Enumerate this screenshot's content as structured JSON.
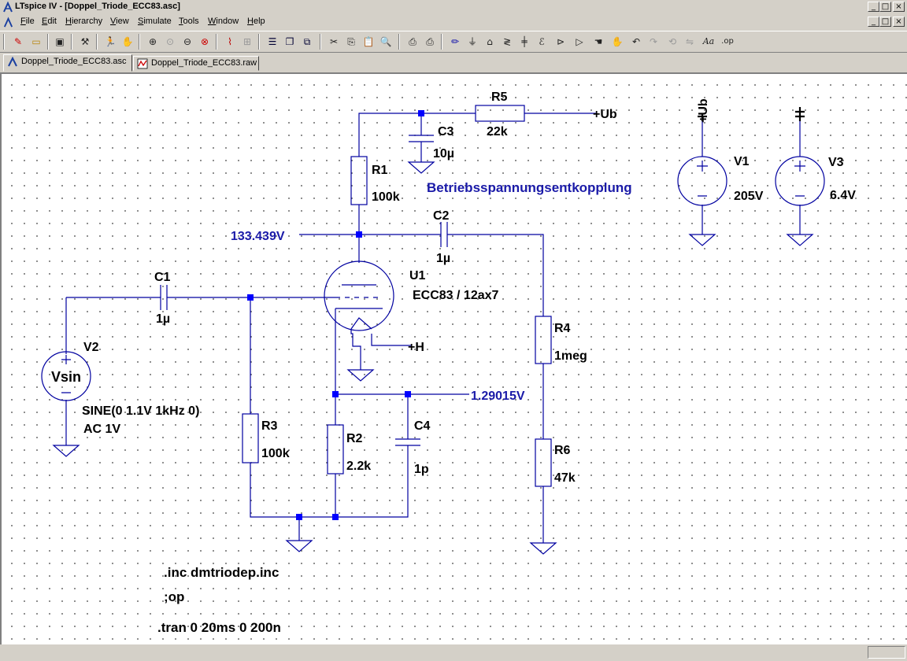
{
  "window": {
    "title": "LTspice IV - [Doppel_Triode_ECC83.asc]",
    "controls": {
      "minimize": "_",
      "maximize": "□",
      "close": "×"
    }
  },
  "menu": {
    "items": [
      {
        "label": "File",
        "key": "F",
        "rest": "ile"
      },
      {
        "label": "Edit",
        "key": "E",
        "rest": "dit"
      },
      {
        "label": "Hierarchy",
        "key": "H",
        "rest": "ierarchy"
      },
      {
        "label": "View",
        "key": "V",
        "rest": "iew"
      },
      {
        "label": "Simulate",
        "key": "S",
        "rest": "imulate"
      },
      {
        "label": "Tools",
        "key": "T",
        "rest": "ools"
      },
      {
        "label": "Window",
        "key": "W",
        "rest": "indow"
      },
      {
        "label": "Help",
        "key": "H",
        "rest": "elp"
      }
    ]
  },
  "toolbar": {
    "icons": [
      "new-schematic-icon",
      "open-icon",
      "save-icon",
      "control-panel-icon",
      "run-icon",
      "halt-icon",
      "zoom-in-icon",
      "pan-icon",
      "zoom-out-icon",
      "zoom-fit-icon",
      "autorange-icon",
      "grid-icon",
      "tile-horizontal-icon",
      "cascade-icon",
      "close-all-icon",
      "cut-icon",
      "copy-icon",
      "paste-icon",
      "find-icon",
      "print-preview-icon",
      "print-icon",
      "draw-wire-icon",
      "ground-icon",
      "label-net-icon",
      "resistor-icon",
      "capacitor-icon",
      "inductor-icon",
      "diode-icon",
      "component-icon",
      "move-icon",
      "drag-icon",
      "undo-icon",
      "redo-icon",
      "rotate-icon",
      "mirror-icon",
      "text-icon",
      "spice-directive-icon"
    ],
    "text_icon_label": "Aa",
    "directive_icon_label": ".op"
  },
  "tabs": [
    {
      "label": "Doppel_Triode_ECC83.asc",
      "active": true
    },
    {
      "label": "Doppel_Triode_ECC83.raw",
      "active": false
    }
  ],
  "schematic": {
    "colors": {
      "wire": "#0000a0",
      "component": "#0000a0",
      "text": "#000000",
      "net_label": "#1a1aa8",
      "node": "#0000ff"
    },
    "labels": {
      "r5": "R5",
      "r5_val": "22k",
      "ub_net": "+Ub",
      "c3": "C3",
      "c3_val": "10µ",
      "r1": "R1",
      "r1_val": "100k",
      "comment": "Betriebsspannungsentkopplung",
      "v1": "V1",
      "v1_val": "205V",
      "v1_net": "+Ub",
      "v3": "V3",
      "v3_val": "6.4V",
      "v3_net": "+H",
      "c2": "C2",
      "c2_val": "1µ",
      "anode_voltage": "133.439V",
      "c1": "C1",
      "c1_val": "1µ",
      "u1": "U1",
      "u1_val": "ECC83 / 12ax7",
      "h_net": "+H",
      "r4": "R4",
      "r4_val": "1meg",
      "v2": "V2",
      "v2_name": "Vsin",
      "v2_sine": "SINE(0 1.1V 1kHz 0)",
      "v2_ac": "AC 1V",
      "cathode_voltage": "1.29015V",
      "r3": "R3",
      "r3_val": "100k",
      "r2": "R2",
      "r2_val": "2.2k",
      "c4": "C4",
      "c4_val": "1p",
      "r6": "R6",
      "r6_val": "47k",
      "directive_inc": ".inc dmtriodep.inc",
      "directive_op": ";op",
      "directive_tran": ".tran 0 20ms 0 200n"
    }
  }
}
